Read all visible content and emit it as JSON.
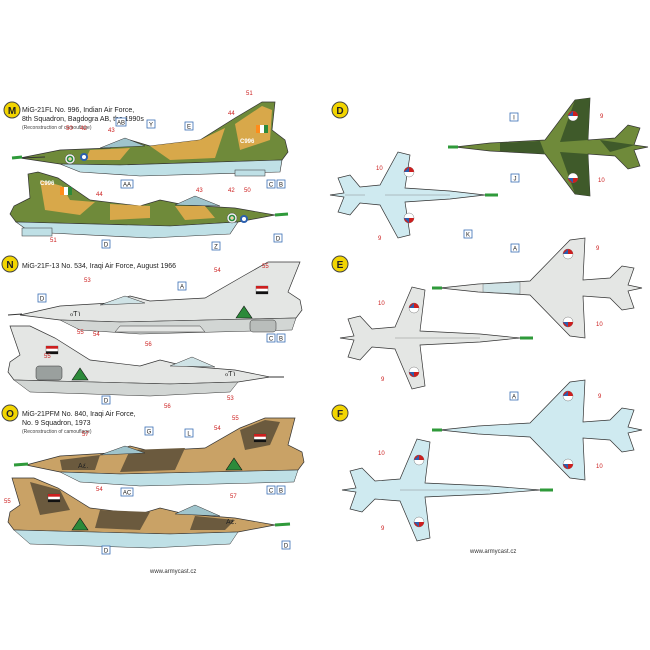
{
  "colors": {
    "sky": "#cfeaf0",
    "olive": "#6f8a3a",
    "darkgreen": "#3f5a2a",
    "sand": "#d8a84a",
    "tan": "#c9a266",
    "brown": "#6b5a3e",
    "lightgrey": "#e4e6e4",
    "paleblue": "#bfe0e6",
    "number_red": "#cc1f1f",
    "box_blue": "#3a6fb5",
    "nose_green": "#2f9a3a"
  },
  "sections": {
    "M": {
      "letter": "M",
      "caption_line1": "MiG-21FL No. 996, Indian Air Force,",
      "caption_line2": "8th Squadron, Bagdogra AB, the 1990s",
      "caption_note": "(Reconstruction of camouflage)",
      "serial": "C996"
    },
    "N": {
      "letter": "N",
      "caption_line1": "MiG-21F-13 No. 534, Iraqi Air Force, August 1966",
      "serial": "ℴƬ١"
    },
    "O": {
      "letter": "O",
      "caption_line1": "MiG-21PFM No. 840, Iraqi Air Force,",
      "caption_line2": "No. 9 Squadron, 1973",
      "caption_note": "(Reconstruction of camouflage)",
      "serial": "A٤."
    },
    "D": {
      "letter": "D"
    },
    "E": {
      "letter": "E"
    },
    "F": {
      "letter": "F"
    }
  },
  "callouts": {
    "ab": "AB",
    "y": "Y",
    "e": "E",
    "c": "C",
    "b": "B",
    "aa": "AA",
    "z": "Z",
    "d": "D",
    "a": "A",
    "g": "G",
    "l": "L",
    "ac": "AC",
    "i": "I",
    "j": "J",
    "k": "K"
  },
  "numbers": {
    "n9": "9",
    "n10": "10",
    "n42": "42",
    "n43": "43",
    "n44": "44",
    "n50": "50",
    "n51": "51",
    "n53": "53",
    "n54": "54",
    "n55": "55",
    "n56": "56",
    "n57": "57"
  },
  "footer": {
    "left": "www.armycast.cz",
    "right": "www.armycast.cz"
  }
}
